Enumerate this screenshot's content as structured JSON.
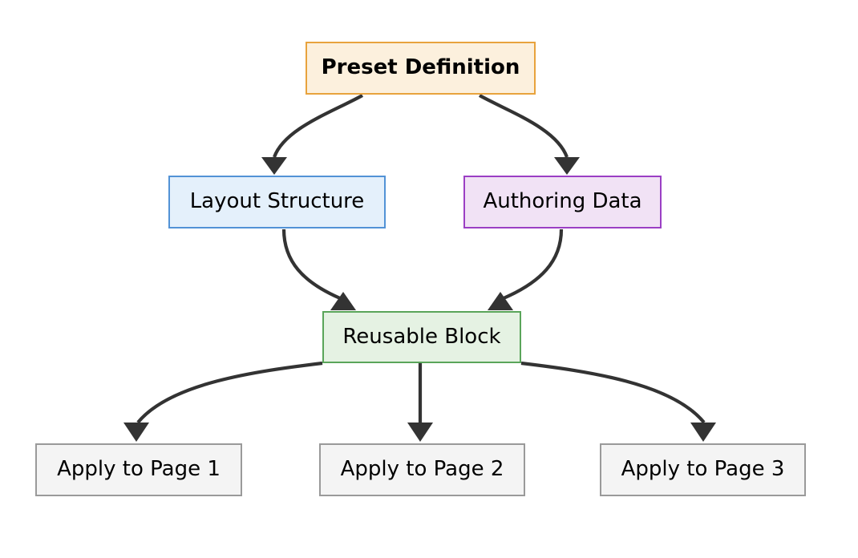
{
  "diagram": {
    "type": "flowchart",
    "direction": "top-down",
    "background_color": "#ffffff",
    "edge_color": "#333333",
    "nodes": [
      {
        "id": "preset-definition",
        "label": "Preset Definition",
        "fill": "#fcf0dd",
        "stroke": "#e8a33d",
        "bold": true
      },
      {
        "id": "layout-structure",
        "label": "Layout Structure",
        "fill": "#e4f0fb",
        "stroke": "#5292d6",
        "bold": false
      },
      {
        "id": "authoring-data",
        "label": "Authoring Data",
        "fill": "#f1e2f5",
        "stroke": "#9b3fc4",
        "bold": false
      },
      {
        "id": "reusable-block",
        "label": "Reusable Block",
        "fill": "#e5f2e3",
        "stroke": "#5aa55a",
        "bold": false
      },
      {
        "id": "apply-page-1",
        "label": "Apply to Page 1",
        "fill": "#f4f4f4",
        "stroke": "#9a9a9a",
        "bold": false
      },
      {
        "id": "apply-page-2",
        "label": "Apply to Page 2",
        "fill": "#f4f4f4",
        "stroke": "#9a9a9a",
        "bold": false
      },
      {
        "id": "apply-page-3",
        "label": "Apply to Page 3",
        "fill": "#f4f4f4",
        "stroke": "#9a9a9a",
        "bold": false
      }
    ],
    "edges": [
      {
        "id": "edge-preset-to-layout",
        "from": "preset-definition",
        "to": "layout-structure",
        "style": "curved",
        "arrow": "triangle"
      },
      {
        "id": "edge-preset-to-authoring",
        "from": "preset-definition",
        "to": "authoring-data",
        "style": "curved",
        "arrow": "triangle"
      },
      {
        "id": "edge-layout-to-block",
        "from": "layout-structure",
        "to": "reusable-block",
        "style": "curved",
        "arrow": "triangle"
      },
      {
        "id": "edge-authoring-to-block",
        "from": "authoring-data",
        "to": "reusable-block",
        "style": "curved",
        "arrow": "triangle"
      },
      {
        "id": "edge-block-to-page1",
        "from": "reusable-block",
        "to": "apply-page-1",
        "style": "curved",
        "arrow": "triangle"
      },
      {
        "id": "edge-block-to-page2",
        "from": "reusable-block",
        "to": "apply-page-2",
        "style": "straight",
        "arrow": "triangle"
      },
      {
        "id": "edge-block-to-page3",
        "from": "reusable-block",
        "to": "apply-page-3",
        "style": "curved",
        "arrow": "triangle"
      }
    ]
  }
}
